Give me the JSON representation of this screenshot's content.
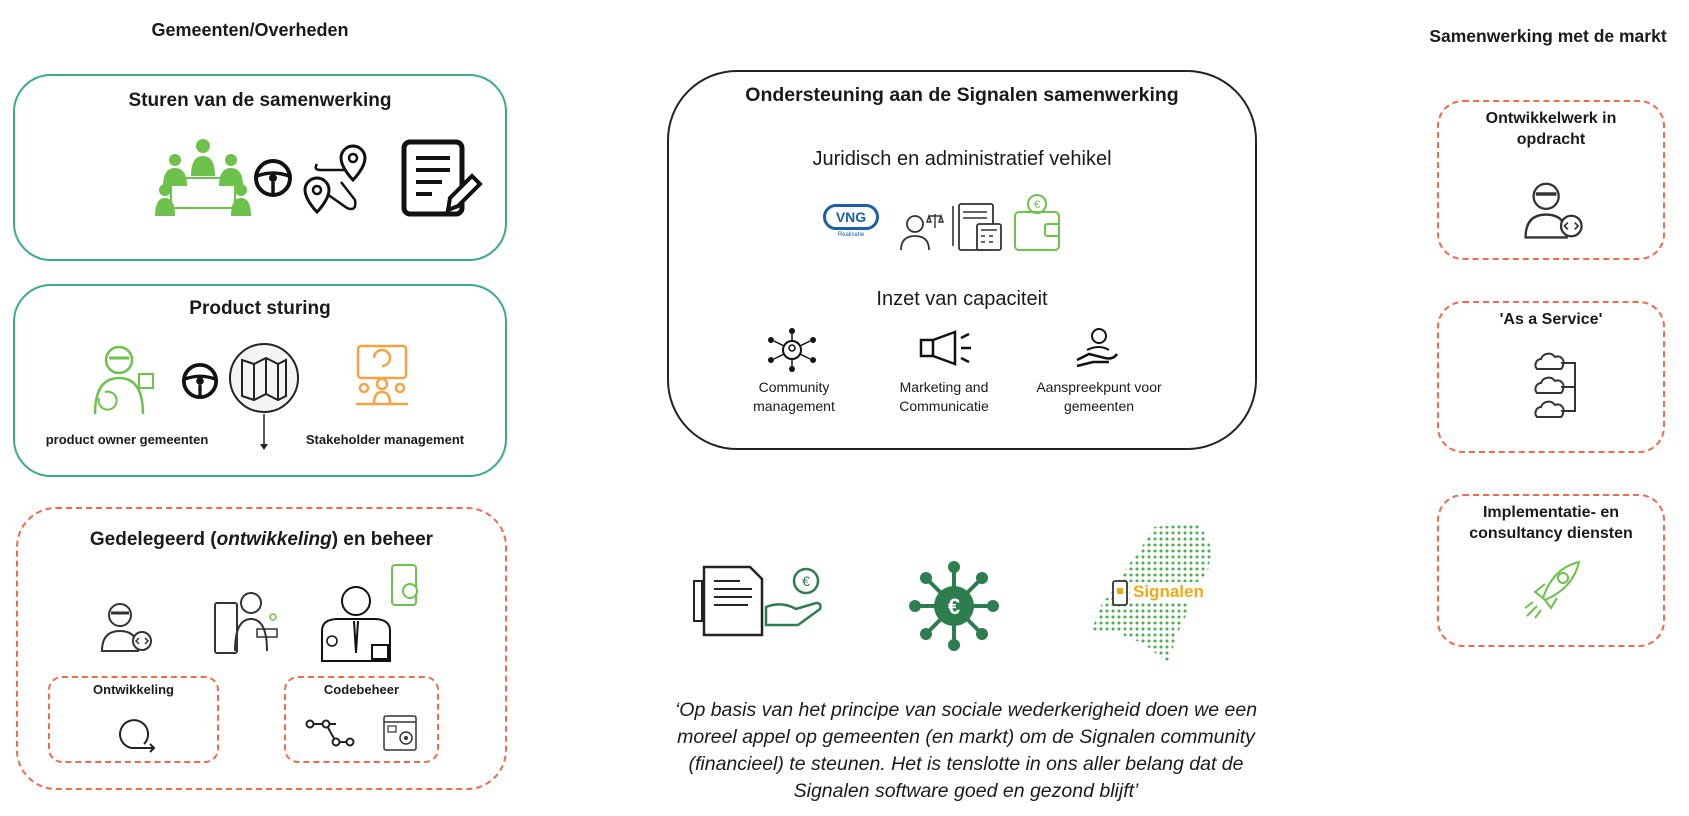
{
  "left": {
    "heading": "Gemeenten/Overheden",
    "box1": {
      "title": "Sturen van de samenwerking"
    },
    "box2": {
      "title": "Product sturing",
      "label_left": "product owner  gemeenten",
      "label_right": "Stakeholder management"
    },
    "box3": {
      "title_pre": "Gedelegeerd (",
      "title_em": "ontwikkeling",
      "title_post": ") en beheer",
      "sub1": "Ontwikkeling",
      "sub2": "Codebeheer"
    }
  },
  "center": {
    "title": "Ondersteuning aan de Signalen samenwerking",
    "section1": "Juridisch en administratief vehikel",
    "vng": "VNG",
    "vng_sub": "Realisatie",
    "section2": "Inzet van capaciteit",
    "items": [
      "Community\nmanagement",
      "Marketing and\nCommunicatie",
      "Aanspreekpunt voor\ngemeenten"
    ],
    "signalen_logo": "Signalen",
    "quote": "‘Op basis van het principe van sociale wederkerigheid doen we een moreel appel op gemeenten (en markt) om de Signalen community (financieel) te steunen. Het is tenslotte in ons aller belang dat de Signalen software goed en gezond blijft’"
  },
  "right": {
    "heading": "Samenwerking met de markt",
    "box1": "Ontwikkelwerk in opdracht",
    "box2": "'As a Service'",
    "box3": "Implementatie- en consultancy diensten"
  },
  "colors": {
    "green": "#6cc24a",
    "teal": "#3aaa8c",
    "orange": "#ef6a4e",
    "dark_green": "#2e7d4f"
  }
}
